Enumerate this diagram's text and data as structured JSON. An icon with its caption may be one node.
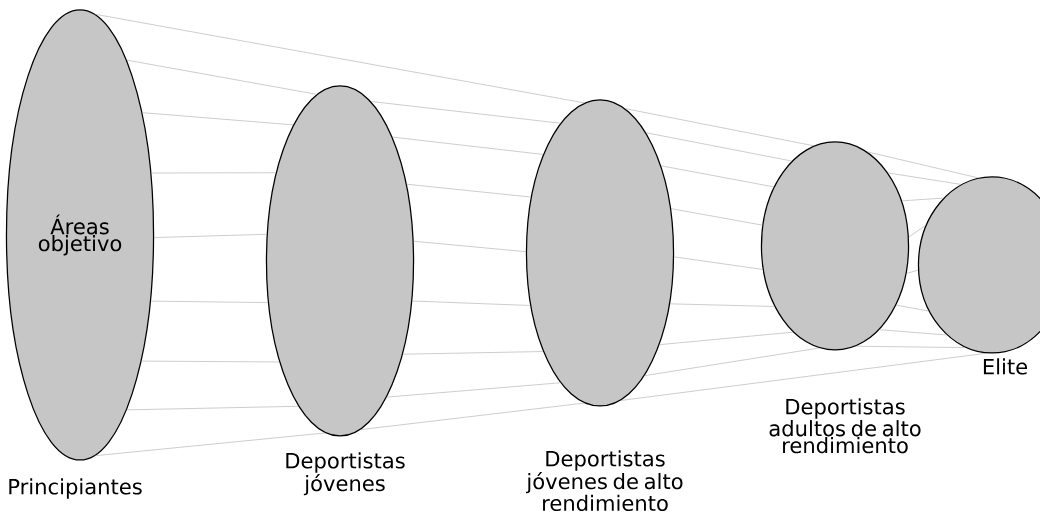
{
  "diagram": {
    "nodes": [
      {
        "text": [
          "Áreas objetivo"
        ],
        "beside": [
          "Principiantes"
        ]
      },
      {
        "text": [],
        "shape": "ellipse",
        "beside": [
          "Deportistas jóvenes"
        ]
      },
      {
        "text": [],
        "shape": "ellipse",
        "beside": [
          "Deportistas jóvenes de alto rendimiento"
        ]
      },
      {
        "text": [],
        "shape": "ellipse",
        "beside": [
          "Deportistas adultos de alto rendimiento"
        ]
      },
      {
        "text": [],
        "shape": "ellipse",
        "beside": [
          "Elite"
        ]
      }
    ],
    "edges": [
      {
        "from": 0,
        "to": 2,
        "arrow": "none"
      },
      {
        "from": 2,
        "to": 3,
        "arrow": "none"
      },
      {
        "from": 3,
        "to": 4,
        "arrow": "none"
      },
      {
        "from": 0,
        "to": 1,
        "arrow": "none"
      },
      {
        "from": 1,
        "to": 2,
        "arrow": "none"
      },
      {
        "from": 2,
        "to": 3,
        "arrow": "none"
      },
      {
        "from": 3,
        "to": 4,
        "arrow": "none"
      },
      {
        "from": 0,
        "to": 1,
        "arrow": "none"
      },
      {
        "from": 1,
        "to": 2,
        "arrow": "none"
      },
      {
        "from": 2,
        "to": 3,
        "arrow": "none"
      },
      {
        "from": 3,
        "to": 4,
        "arrow": "none"
      },
      {
        "from": 0,
        "to": 1,
        "arrow": "none"
      },
      {
        "from": 1,
        "to": 2,
        "arrow": "none"
      },
      {
        "from": 2,
        "to": 3,
        "arrow": "none"
      },
      {
        "from": 3,
        "to": 4,
        "arrow": "none"
      },
      {
        "from": 0,
        "to": 1,
        "arrow": "none"
      },
      {
        "from": 1,
        "to": 2,
        "arrow": "none"
      },
      {
        "from": 2,
        "to": 3,
        "arrow": "none"
      },
      {
        "from": 3,
        "to": 4,
        "arrow": "none"
      },
      {
        "from": 0,
        "to": 1,
        "arrow": "none"
      },
      {
        "from": 1,
        "to": 2,
        "arrow": "none"
      },
      {
        "from": 2,
        "to": 3,
        "arrow": "none"
      },
      {
        "from": 3,
        "to": 4,
        "arrow": "none"
      },
      {
        "from": 0,
        "to": 1,
        "arrow": "none"
      },
      {
        "from": 1,
        "to": 2,
        "arrow": "none"
      },
      {
        "from": 2,
        "to": 3,
        "arrow": "none"
      },
      {
        "from": 3,
        "to": 4,
        "arrow": "none"
      },
      {
        "from": 0,
        "to": 1,
        "arrow": "none"
      },
      {
        "from": 1,
        "to": 2,
        "arrow": "none"
      },
      {
        "from": 2,
        "to": 3,
        "arrow": "none"
      },
      {
        "from": 3,
        "to": 4,
        "arrow": "none"
      },
      {
        "from": 0,
        "to": 1,
        "arrow": "none"
      },
      {
        "from": 1,
        "to": 2,
        "arrow": "none"
      },
      {
        "from": 2,
        "to": 4,
        "arrow": "none"
      }
    ]
  }
}
